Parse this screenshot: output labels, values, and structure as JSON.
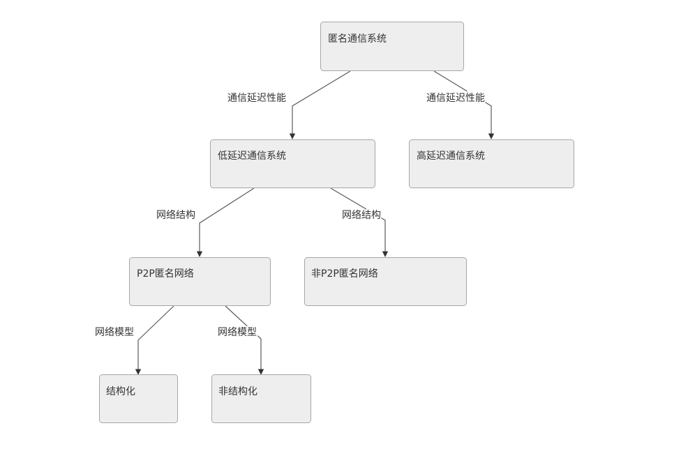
{
  "diagram": {
    "nodes": {
      "root": {
        "label": "匿名通信系统"
      },
      "low_latency": {
        "label": "低延迟通信系统"
      },
      "high_latency": {
        "label": "高延迟通信系统"
      },
      "p2p": {
        "label": "P2P匿名网络"
      },
      "non_p2p": {
        "label": "非P2P匿名网络"
      },
      "structured": {
        "label": "结构化"
      },
      "unstructured": {
        "label": "非结构化"
      }
    },
    "edges": {
      "root_to_low": {
        "label": "通信延迟性能"
      },
      "root_to_high": {
        "label": "通信延迟性能"
      },
      "low_to_p2p": {
        "label": "网络结构"
      },
      "low_to_non_p2p": {
        "label": "网络结构"
      },
      "p2p_to_structured": {
        "label": "网络模型"
      },
      "p2p_to_unstructured": {
        "label": "网络模型"
      }
    },
    "colors": {
      "node_fill": "#eeeeee",
      "node_border": "#a6a6a6",
      "edge": "#595959",
      "text": "#333333"
    }
  }
}
